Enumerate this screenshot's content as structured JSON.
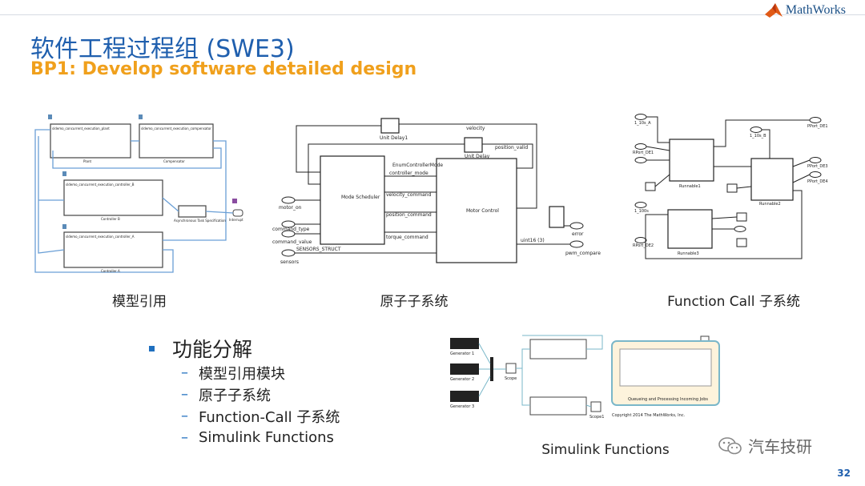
{
  "header": {
    "brand": "MathWorks"
  },
  "title": "软件工程过程组 (SWE3)",
  "subtitle": "BP1: Develop software detailed design",
  "figures": {
    "model_reference": {
      "caption": "模型引用",
      "blocks": [
        "sldemo_concurrent_execution_plant",
        "sldemo_concurrent_execution_compensator",
        "sldemo_concurrent_execution_controller_B",
        "sldemo_concurrent_execution_controller_A"
      ],
      "block_captions": [
        "Plant",
        "Compensator",
        "Controller B",
        "Controller A",
        "Asynchronous Task Specification",
        "Interrupt"
      ]
    },
    "atomic_subsystem": {
      "caption": "原子子系统",
      "labels": [
        "Mode Scheduler",
        "Motor Control",
        "Unit Delay1",
        "Unit Delay",
        "velocity",
        "position_valid",
        "EnumControllerMode",
        "controller_mode",
        "velocity_command",
        "position_command",
        "torque_command",
        "motor_on",
        "command_type",
        "command_value",
        "sensors",
        "error",
        "pwm_compare",
        "uint16 (3)",
        "SENSORS_STRUCT"
      ]
    },
    "function_call": {
      "caption": "Function Call 子系统",
      "labels": [
        "Runnable1",
        "Runnable2",
        "Runnable3",
        "1_10s_A",
        "1_10s_B",
        "1_100s",
        "RPort_DE1",
        "PPort_DE1",
        "PPort_DE3",
        "PPort_DE4",
        "RPort_DE2"
      ]
    },
    "simulink_functions": {
      "caption": "Simulink Functions",
      "labels": [
        "Generator 1",
        "Generator 2",
        "Generator 3",
        "Scope",
        "Scope1",
        "Queueing and Processing Incoming Jobs",
        "Copyright 2014 The MathWorks, Inc."
      ]
    }
  },
  "bullets": {
    "main": "功能分解",
    "items": [
      "模型引用模块",
      "原子子系统",
      "Function-Call 子系统",
      "Simulink Functions"
    ]
  },
  "watermark": "汽车技研",
  "page_number": "32",
  "colors": {
    "title": "#1f5fae",
    "subtitle": "#f0a01c",
    "bullet": "#1f6fbf"
  }
}
